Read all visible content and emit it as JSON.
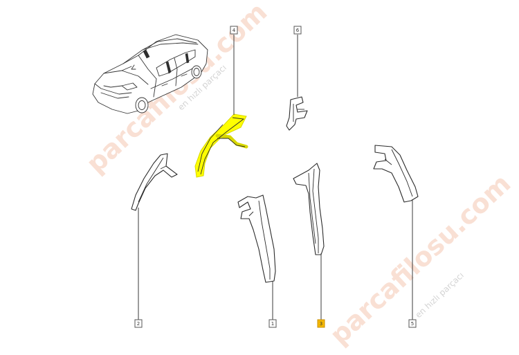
{
  "watermark": {
    "brand": "parcafilosu.com",
    "tagline": "en hızlı parçacı"
  },
  "callouts": [
    {
      "label": "4",
      "highlighted": false
    },
    {
      "label": "6",
      "highlighted": false
    },
    {
      "label": "2",
      "highlighted": false
    },
    {
      "label": "1",
      "highlighted": false
    },
    {
      "label": "3",
      "highlighted": true
    },
    {
      "label": "5",
      "highlighted": false
    }
  ],
  "colors": {
    "highlight_fill": "#ffff00",
    "highlight_box": "#f5b800",
    "line": "#2a2a2a",
    "watermark": "#f5c7b2"
  }
}
